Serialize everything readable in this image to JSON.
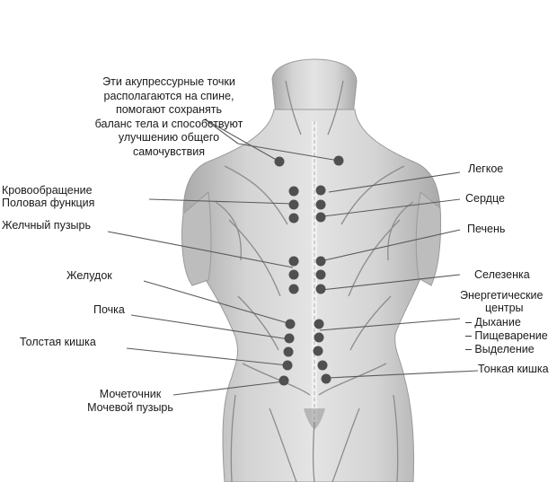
{
  "intro_note": [
    "Эти акупрессурные точки",
    "располагаются на спине,",
    "помогают сохранять",
    "баланс тела и способствуют",
    "улучшению общего",
    "самочувствия"
  ],
  "left_labels": {
    "circulation": "Кровообращение",
    "sexual_function": "Половая функция",
    "gallbladder": "Желчный пузырь",
    "stomach": "Желудок",
    "kidney": "Почка",
    "large_intestine": "Толстая кишка",
    "ureter": "Мочеточник",
    "bladder": "Мочевой пузырь"
  },
  "right_labels": {
    "lung": "Легкое",
    "heart": "Сердце",
    "liver": "Печень",
    "spleen": "Селезенка",
    "energy_centers_1": "Энергетические",
    "energy_centers_2": "центры",
    "breathing": "– Дыхание",
    "digestion": "– Пищеварение",
    "excretion": "– Выделение",
    "small_intestine": "Тонкая кишка"
  },
  "colors": {
    "body_fill": "#cfcfcf",
    "body_shadow": "#9a9a9a",
    "point": "#505050",
    "leader": "#5a5a5a"
  }
}
